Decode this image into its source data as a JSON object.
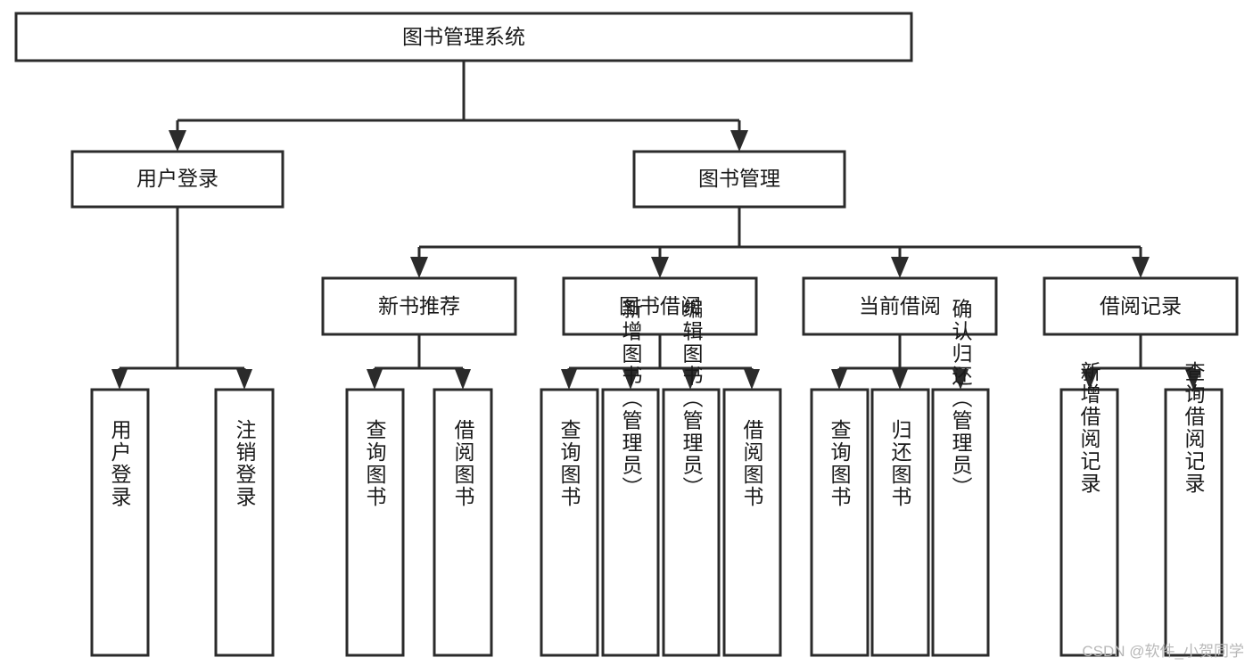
{
  "diagram": {
    "title_node": {
      "label": "图书管理系统"
    },
    "level2": [
      {
        "id": "user-login",
        "label": "用户登录"
      },
      {
        "id": "book-management",
        "label": "图书管理"
      }
    ],
    "level3": [
      {
        "id": "new-book-recommend",
        "label": "新书推荐"
      },
      {
        "id": "book-borrow",
        "label": "图书借阅"
      },
      {
        "id": "current-borrow",
        "label": "当前借阅"
      },
      {
        "id": "borrow-record",
        "label": "借阅记录"
      }
    ],
    "leaves": [
      {
        "id": "leaf-user-login",
        "label": "用户登录",
        "parent": "user-login"
      },
      {
        "id": "leaf-logout-login",
        "label": "注销登录",
        "parent": "user-login"
      },
      {
        "id": "leaf-query-book-1",
        "label": "查询图书",
        "parent": "new-book-recommend"
      },
      {
        "id": "leaf-borrow-book-1",
        "label": "借阅图书",
        "parent": "new-book-recommend"
      },
      {
        "id": "leaf-query-book-2",
        "label": "查询图书",
        "parent": "book-borrow"
      },
      {
        "id": "leaf-add-book",
        "label": "新增图书（管理员）",
        "parent": "book-borrow"
      },
      {
        "id": "leaf-edit-book",
        "label": "编辑图书（管理员）",
        "parent": "book-borrow"
      },
      {
        "id": "leaf-borrow-book-2",
        "label": "借阅图书",
        "parent": "book-borrow"
      },
      {
        "id": "leaf-query-book-3",
        "label": "查询图书",
        "parent": "current-borrow"
      },
      {
        "id": "leaf-return-book",
        "label": "归还图书",
        "parent": "current-borrow"
      },
      {
        "id": "leaf-confirm-return",
        "label": "确认归还（管理员）",
        "parent": "current-borrow"
      },
      {
        "id": "leaf-add-record",
        "label": "新增借阅记录",
        "parent": "borrow-record"
      },
      {
        "id": "leaf-query-record",
        "label": "查询借阅记录",
        "parent": "borrow-record"
      }
    ],
    "colors": {
      "stroke": "#2b2b2b",
      "fill": "#ffffff",
      "text": "#1a1a1a",
      "watermark": "#b8b8b8"
    }
  },
  "watermark": {
    "text": "CSDN @软件_小贺同学"
  }
}
